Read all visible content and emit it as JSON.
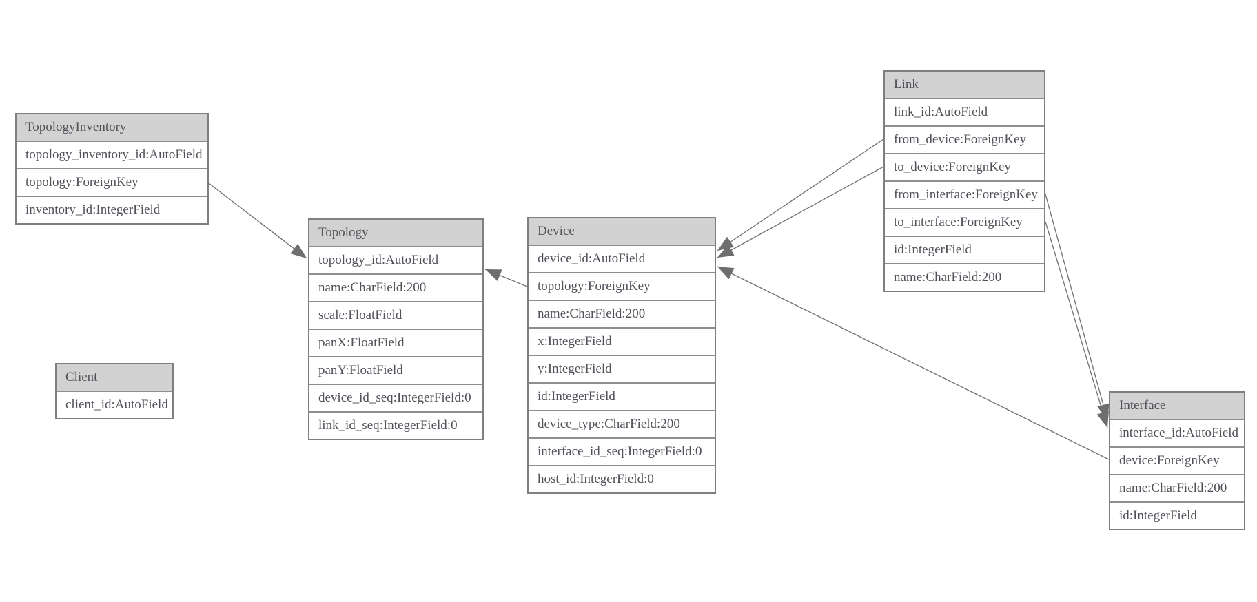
{
  "diagram": {
    "type": "entity-relationship",
    "colors": {
      "background": "#ffffff",
      "header_fill": "#d2d2d2",
      "border": "#7f7f7f",
      "row_divider": "#8e8e8e",
      "text": "#51515a",
      "edge": "#6f6f6f",
      "arrowhead": "#6e6e6e"
    },
    "entities": [
      {
        "name": "TopologyInventory",
        "fields": [
          "topology_inventory_id:AutoField",
          "topology:ForeignKey",
          "inventory_id:IntegerField"
        ]
      },
      {
        "name": "Topology",
        "fields": [
          "topology_id:AutoField",
          "name:CharField:200",
          "scale:FloatField",
          "panX:FloatField",
          "panY:FloatField",
          "device_id_seq:IntegerField:0",
          "link_id_seq:IntegerField:0"
        ]
      },
      {
        "name": "Client",
        "fields": [
          "client_id:AutoField"
        ]
      },
      {
        "name": "Device",
        "fields": [
          "device_id:AutoField",
          "topology:ForeignKey",
          "name:CharField:200",
          "x:IntegerField",
          "y:IntegerField",
          "id:IntegerField",
          "device_type:CharField:200",
          "interface_id_seq:IntegerField:0",
          "host_id:IntegerField:0"
        ]
      },
      {
        "name": "Link",
        "fields": [
          "link_id:AutoField",
          "from_device:ForeignKey",
          "to_device:ForeignKey",
          "from_interface:ForeignKey",
          "to_interface:ForeignKey",
          "id:IntegerField",
          "name:CharField:200"
        ]
      },
      {
        "name": "Interface",
        "fields": [
          "interface_id:AutoField",
          "device:ForeignKey",
          "name:CharField:200",
          "id:IntegerField"
        ]
      }
    ],
    "relationships": [
      {
        "from_entity": "TopologyInventory",
        "from_field": "topology",
        "to_entity": "Topology"
      },
      {
        "from_entity": "Device",
        "from_field": "topology",
        "to_entity": "Topology"
      },
      {
        "from_entity": "Link",
        "from_field": "from_device",
        "to_entity": "Device"
      },
      {
        "from_entity": "Link",
        "from_field": "to_device",
        "to_entity": "Device"
      },
      {
        "from_entity": "Link",
        "from_field": "from_interface",
        "to_entity": "Interface"
      },
      {
        "from_entity": "Link",
        "from_field": "to_interface",
        "to_entity": "Interface"
      },
      {
        "from_entity": "Interface",
        "from_field": "device",
        "to_entity": "Device"
      }
    ]
  }
}
